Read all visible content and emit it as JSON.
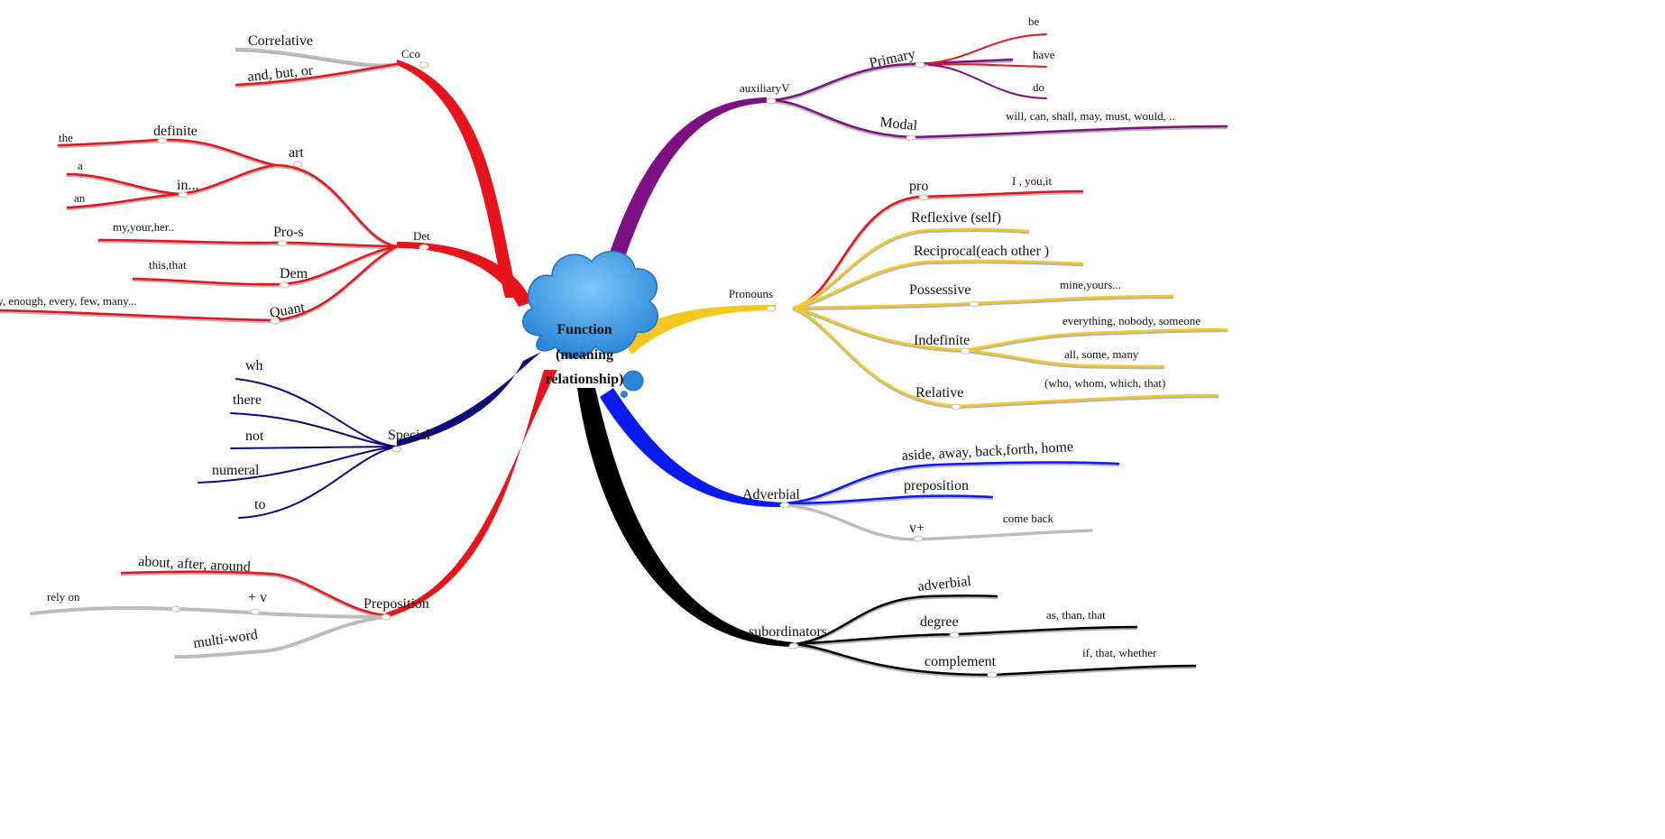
{
  "center": {
    "lines": [
      "Function",
      "(meaning",
      "relationship)"
    ]
  },
  "colors": {
    "red": "#e8141b",
    "purple": "#7d1184",
    "yellow": "#f4c81f",
    "navy": "#0b0b7e",
    "blue": "#0a1bf0",
    "black": "#000000",
    "gray": "#bcbcbc",
    "cloud": "#3a9ee8"
  },
  "left": {
    "cco": {
      "label": "Cco",
      "children": [
        "Correlative",
        "and, but, or"
      ]
    },
    "det": {
      "label": "Det",
      "art": {
        "label": "art",
        "definite": "definite",
        "the": "the",
        "in": "in...",
        "a": "a",
        "an": "an"
      },
      "pros": {
        "label": "Pro-s",
        "value": "my,your,her.."
      },
      "dem": {
        "label": "Dem",
        "value": "this,that"
      },
      "quant": {
        "label": "Quant",
        "value": "any, enough, every, few, many..."
      }
    },
    "special": {
      "label": "Special",
      "children": [
        "wh",
        "there",
        "not",
        "numeral",
        "to"
      ]
    },
    "preposition": {
      "label": "Preposition",
      "about": "about, after, around",
      "plusv": "+ v",
      "relyon": "rely on",
      "multiword": "multi-word"
    }
  },
  "right": {
    "aux": {
      "label": "auxiliaryV",
      "primary": {
        "label": "Primary",
        "children": [
          "be",
          "have",
          "do"
        ]
      },
      "modal": {
        "label": "Modal",
        "value": "will, can, shall, may, must, would, .."
      }
    },
    "pronouns": {
      "label": "Pronouns",
      "pro": {
        "label": "pro",
        "value": "I , you,it"
      },
      "reflexive": "Reflexive (self)",
      "reciprocal": "Reciprocal(each other )",
      "possessive": {
        "label": "Possessive",
        "value": "mine,yours..."
      },
      "indefinite": {
        "label": "Indefinite",
        "children": [
          "everything, nobody, someone",
          "all, some, many"
        ]
      },
      "relative": {
        "label": "Relative",
        "value": "(who, whom, which, that)"
      }
    },
    "adverbial": {
      "label": "Adverbial",
      "aside": "aside, away, back,forth, home",
      "preposition": "preposition",
      "vplus": "v+",
      "comeback": "come back"
    },
    "subordinators": {
      "label": "subordinators",
      "adverbial": "adverbial",
      "degree": {
        "label": "degree",
        "value": "as, than, that"
      },
      "complement": {
        "label": "complement",
        "value": "if, that, whether"
      }
    }
  }
}
